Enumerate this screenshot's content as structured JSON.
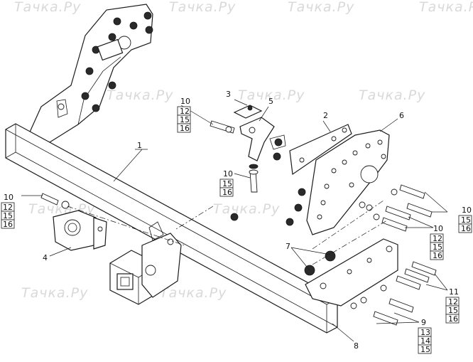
{
  "watermark": "Тачка.Ру",
  "callouts": {
    "c1": "1",
    "c2": "2",
    "c3": "3",
    "c4": "4",
    "c5": "5",
    "c6": "6",
    "c7": "7",
    "c8": "8",
    "c9": "9",
    "c11": "11"
  },
  "stacks": {
    "s_top_left": [
      "10",
      "12",
      "15",
      "16"
    ],
    "s_left": [
      "10",
      "12",
      "15",
      "16"
    ],
    "s_middle": [
      "10",
      "15",
      "16"
    ],
    "s_right_a": [
      "10",
      "15",
      "16"
    ],
    "s_right_b": [
      "10",
      "12",
      "15",
      "16"
    ],
    "s_right_c": [
      "11",
      "12",
      "15",
      "16"
    ],
    "s_right_d": [
      "9",
      "13",
      "14",
      "15"
    ]
  }
}
